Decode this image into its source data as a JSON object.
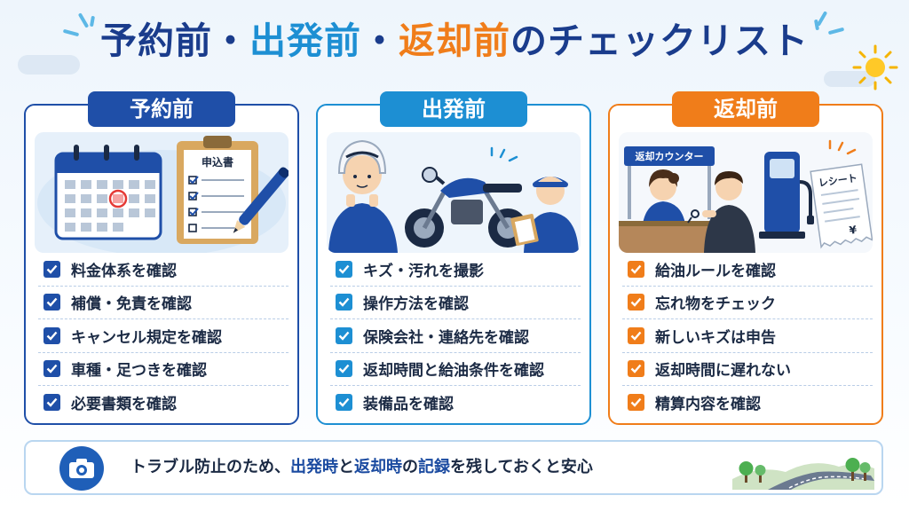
{
  "title": {
    "part1": "予約前",
    "sep1": "・",
    "part2": "出発前",
    "sep2": "・",
    "part3": "返却前",
    "part4": "のチェックリスト"
  },
  "panels": [
    {
      "label": "予約前",
      "color": "#1f4fa8",
      "illustration": {
        "clipboard_title": "申込書"
      },
      "items": [
        "料金体系を確認",
        "補償・免責を確認",
        "キャンセル規定を確認",
        "車種・足つきを確認",
        "必要書類を確認"
      ]
    },
    {
      "label": "出発前",
      "color": "#1d8fd3",
      "illustration": {},
      "items": [
        "キズ・汚れを撮影",
        "操作方法を確認",
        "保険会社・連絡先を確認",
        "返却時間と給油条件を確認",
        "装備品を確認"
      ]
    },
    {
      "label": "返却前",
      "color": "#f07d1a",
      "illustration": {
        "counter_sign": "返却カウンター",
        "receipt_title": "レシート",
        "receipt_symbol": "¥"
      },
      "items": [
        "給油ルールを確認",
        "忘れ物をチェック",
        "新しいキズは申告",
        "返却時間に遅れない",
        "精算内容を確認"
      ]
    }
  ],
  "footer": {
    "icon": "camera-icon",
    "text_pre": "トラブル防止のため、",
    "hl1": "出発時",
    "mid1": "と",
    "hl2": "返却時",
    "mid2": "の",
    "hl3": "記録",
    "text_post": "を残しておくと安心"
  }
}
